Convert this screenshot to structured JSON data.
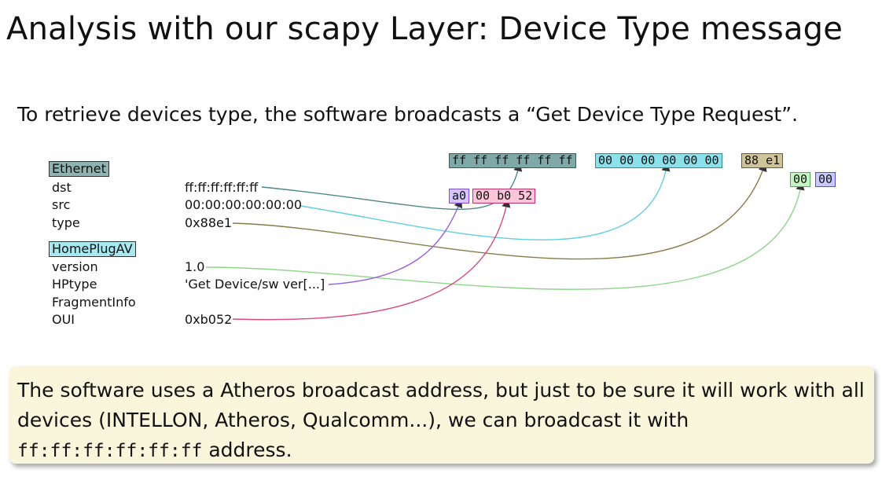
{
  "title": "Analysis with our scapy Layer: Device Type message",
  "intro": "To retrieve devices type, the software broadcasts a “Get Device Type Request”.",
  "layers": {
    "ethernet": {
      "name": "Ethernet",
      "fields": [
        {
          "name": "dst",
          "value": "ff:ff:ff:ff:ff:ff"
        },
        {
          "name": "src",
          "value": "00:00:00:00:00:00"
        },
        {
          "name": "type",
          "value": "0x88e1"
        }
      ]
    },
    "homeplug": {
      "name": "HomePlugAV",
      "fields": [
        {
          "name": "version",
          "value": "1.0"
        },
        {
          "name": "HPtype",
          "value": "'Get Device/sw ver[...]"
        },
        {
          "name": "FragmentInfo",
          "value": ""
        },
        {
          "name": "OUI",
          "value": "0xb052"
        }
      ]
    }
  },
  "hex": {
    "dst": "ff ff ff ff ff ff",
    "src": "00 00 00 00 00 00",
    "type": "88 e1",
    "version": "00",
    "fragment": "00",
    "hptype": "a0",
    "oui": "00 b0 52"
  },
  "note": {
    "text_before": "The software uses a Atheros broadcast address, but just to be sure it will work with all devices (INTELLON, Atheros, Qualcomm...), we can broadcast it with",
    "code": "ff:ff:ff:ff:ff:ff",
    "text_after": " address."
  },
  "colors": {
    "dst": "#4f8787",
    "src": "#5fd0dc",
    "type": "#8a7a4a",
    "version": "#8fd58a",
    "hptype": "#9a5fe0",
    "oui": "#d94a7d",
    "note_background": "#f9f6dc"
  }
}
